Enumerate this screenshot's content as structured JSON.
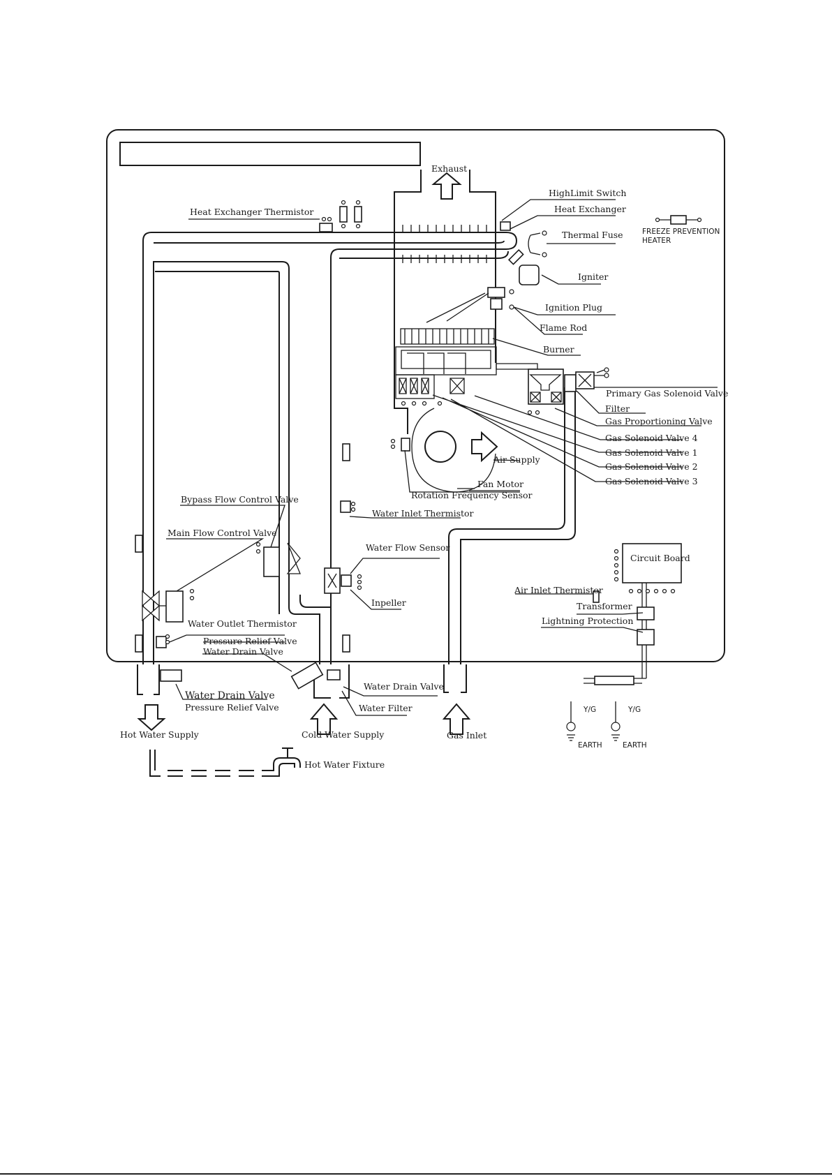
{
  "diagram": {
    "labels": {
      "exhaust": "Exhaust",
      "highlimit_switch": "HighLimit Switch",
      "heat_exchanger": "Heat Exchanger",
      "heat_exchanger_thermistor": "Heat Exchanger Thermistor",
      "thermal_fuse": "Thermal Fuse",
      "igniter": "Igniter",
      "ignition_plug": "Ignition Plug",
      "flame_rod": "Flame Rod",
      "burner": "Burner",
      "primary_gas_solenoid_valve": "Primary Gas Solenoid Valve",
      "filter": "Filter",
      "gas_proportioning_valve": "Gas Proportioning Valve",
      "gas_solenoid_valve_4": "Gas Solenoid Valve 4",
      "gas_solenoid_valve_1": "Gas Solenoid Valve 1",
      "gas_solenoid_valve_2": "Gas Solenoid Valve 2",
      "gas_solenoid_valve_3": "Gas Solenoid Valve 3",
      "air_supply": "Air Supply",
      "fan_motor": "Fan Motor",
      "rotation_frequency_sensor": "Rotation Frequency Sensor",
      "freeze_prevention_heater_1": "FREEZE PREVENTION",
      "freeze_prevention_heater_2": "HEATER",
      "bypass_flow_control_valve": "Bypass Flow Control Valve",
      "main_flow_control_valve": "Main Flow Control Valve",
      "water_inlet_thermistor": "Water Inlet Thermistor",
      "water_flow_sensor": "Water Flow Sensor",
      "inpeller": "Inpeller",
      "water_outlet_thermistor": "Water Outlet Thermistor",
      "pressure_relief_valve_upper": "Pressure Relief Valve",
      "water_drain_valve_upper": "Water Drain Valve",
      "water_drain_valve_right": "Water Drain Valve",
      "water_filter": "Water Filter",
      "water_drain_valve_left": "Water Drain Valve",
      "pressure_relief_valve_left": "Pressure Relief Valve",
      "circuit_board": "Circuit Board",
      "air_inlet_thermistor": "Air Inlet Thermistor",
      "transformer": "Transformer",
      "lightning_protection": "Lightning Protection",
      "hot_water_supply": "Hot Water Supply",
      "cold_water_supply": "Cold Water Supply",
      "gas_inlet": "Gas Inlet",
      "yg_left": "Y/G",
      "yg_right": "Y/G",
      "earth_left": "EARTH",
      "earth_right": "EARTH",
      "hot_water_fixture": "Hot Water Fixture"
    }
  }
}
